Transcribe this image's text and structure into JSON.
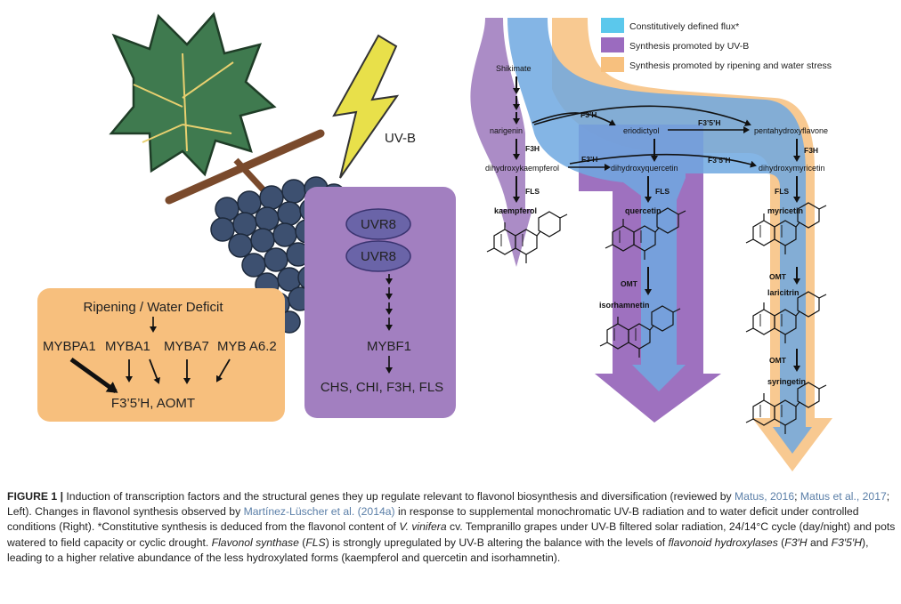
{
  "figure": {
    "left_panel": {
      "uvb_label": "UV-B",
      "uvr8_labels": [
        "UVR8",
        "UVR8"
      ],
      "mybf1_label": "MYBF1",
      "uvb_targets": "CHS, CHI, F3H, FLS",
      "ripening_title": "Ripening / Water Deficit",
      "myb_factors": [
        "MYBPA1",
        "MYBA1",
        "MYBA7",
        "MYB A6.2"
      ],
      "ripening_targets": "F3’5’H, AOMT"
    },
    "legend": [
      {
        "label": "Constitutively defined flux*",
        "color": "#5bc8ec"
      },
      {
        "label": "Synthesis promoted by UV-B",
        "color": "#9b6bbf"
      },
      {
        "label": "Synthesis promoted by ripening and water stress",
        "color": "#f7c07e"
      }
    ],
    "pathway": {
      "shikimate": "Shikimate",
      "naringenin": "narigenin",
      "eriodictyol": "eriodictyol",
      "pentahydroxyflavone": "pentahydroxyflavone",
      "dihydrokaempferol": "dihydroxykaempferol",
      "dihydroquercetin": "dihydroxyquercetin",
      "dihydromyricetin": "dihydroxymyricetin",
      "kaempferol": "kaempferol",
      "quercetin": "quercetin",
      "myricetin": "myricetin",
      "isorhamnetin": "isorhamnetin",
      "laricitrin": "laricitrin",
      "syringetin": "syringetin",
      "enzymes": {
        "f3h_top1": "F3’H",
        "f35h_top1": "F3’5’H",
        "f3h_left": "F3H",
        "f3h_right": "F3H",
        "f3h_top2": "F3’H",
        "f35h_top2": "F3’5’H",
        "fls_left": "FLS",
        "fls_mid": "FLS",
        "fls_right": "FLS",
        "omt_mid": "OMT",
        "omt_right1": "OMT",
        "omt_right2": "OMT"
      }
    }
  },
  "caption": {
    "lead": "FIGURE 1 |",
    "t1": " Induction of transcription factors and the structural genes they up regulate relevant to flavonol biosynthesis and diversification (reviewed by ",
    "ref1": "Matus, 2016",
    "t2": "; ",
    "ref2": "Matus et al., 2017",
    "t3": "; Left). Changes in flavonol synthesis observed by ",
    "ref3": "Martínez-Lüscher et al. (2014a)",
    "t4": " in response to supplemental monochromatic UV-B radiation and to water deficit under controlled conditions (Right). *Constitutive synthesis is deduced from the flavonol content of ",
    "i1": "V. vinifera",
    "t5": " cv. Tempranillo grapes under UV-B filtered solar radiation, 24/14°C cycle (day/night) and pots watered to field capacity or cyclic drought. ",
    "i2": "Flavonol synthase",
    "t6": " (",
    "i3": "FLS",
    "t7": ") is strongly upregulated by UV-B altering the balance with the levels of ",
    "i4": "flavonoid hydroxylases",
    "t8": " (",
    "i5": "F3′H",
    "t9": " and ",
    "i6": "F3′5′H",
    "t10": "), leading to a higher relative abundance of the less hydroxylated forms (kaempferol and quercetin and isorhamnetin)."
  }
}
